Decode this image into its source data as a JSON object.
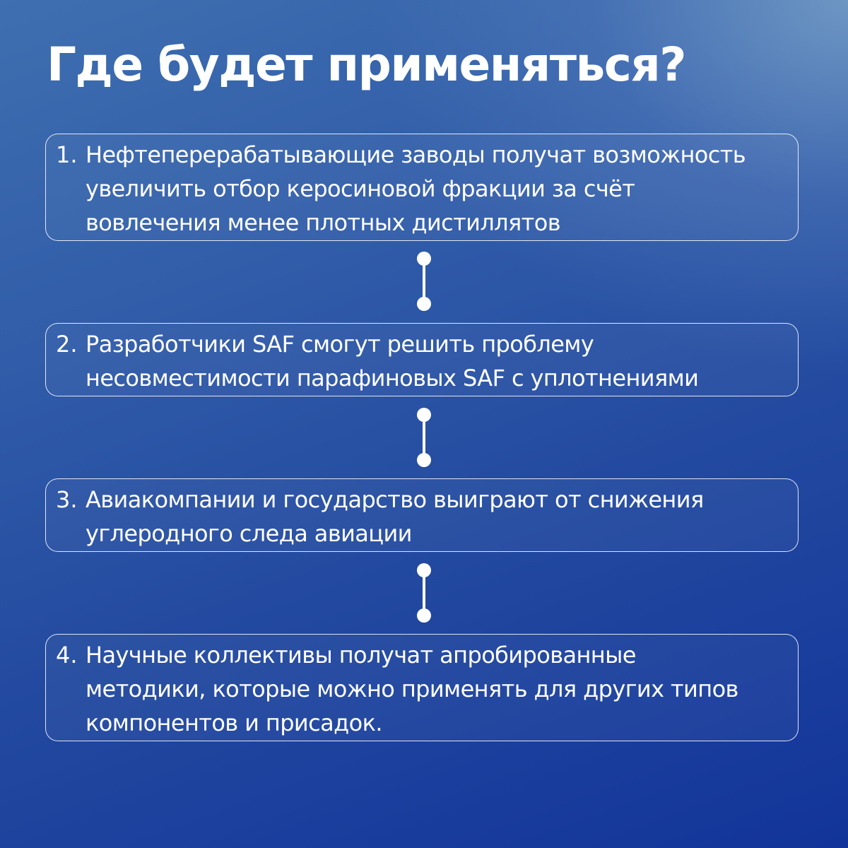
{
  "title": "Где будет применяться?",
  "steps": [
    {
      "number": "1.",
      "text": "Нефтеперерабатывающие заводы получат возможность\nувеличить отбор керосиновой фракции за счёт\nвовлечения менее плотных дистиллятов"
    },
    {
      "number": "2.",
      "text": "Разработчики SAF смогут решить проблему\nнесовместимости парафиновых SAF с уплотнениями"
    },
    {
      "number": "3.",
      "text": "Авиакомпании и государство выиграют от снижения\nуглеродного следа авиации"
    },
    {
      "number": "4.",
      "text": "Научные коллективы получат апробированные\nметодики, которые можно применять для других типов\nкомпонентов и присадок."
    }
  ],
  "colors": {
    "text": "#ffffff",
    "background_top_right": "#7aa0c8",
    "background_bottom_left": "#12349a",
    "card_border": "#ffffff",
    "connector": "#ffffff"
  }
}
